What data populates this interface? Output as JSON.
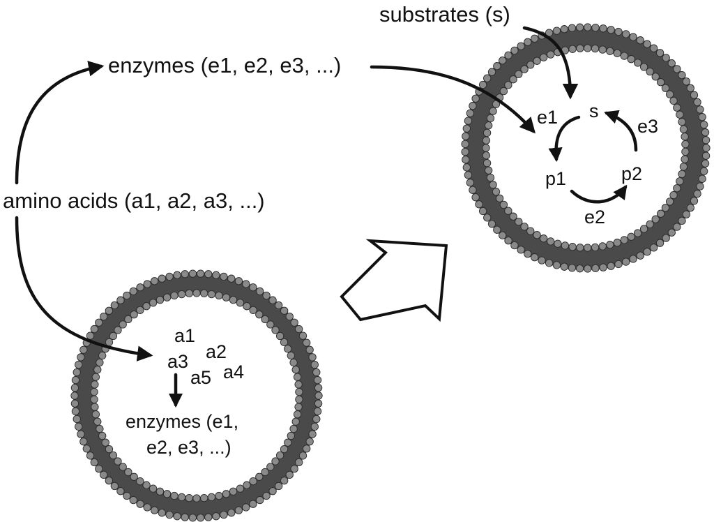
{
  "labels": {
    "amino_acids": "amino acids (a1, a2, a3, ...)",
    "enzymes_top": "enzymes (e1, e2, e3, ...)",
    "substrates": "substrates (s)"
  },
  "vesicle_left": {
    "a1": "a1",
    "a2": "a2",
    "a3": "a3",
    "a4": "a4",
    "a5": "a5",
    "enzymes_line1": "enzymes (e1,",
    "enzymes_line2": "e2, e3, ...)"
  },
  "vesicle_right": {
    "s": "s",
    "e1": "e1",
    "e2": "e2",
    "e3": "e3",
    "p1": "p1",
    "p2": "p2"
  },
  "colors": {
    "membrane": "#4a4a4a",
    "head": "#8a8a8a",
    "ink": "#111111",
    "background": "#ffffff"
  }
}
